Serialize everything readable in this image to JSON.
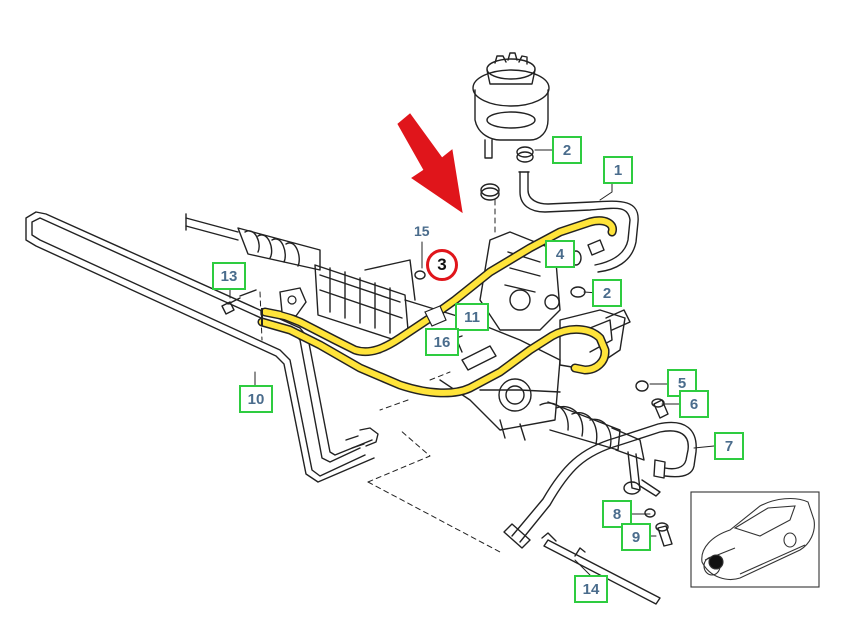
{
  "diagram": {
    "callouts": [
      {
        "id": "c1",
        "label": "1"
      },
      {
        "id": "c2a",
        "label": "2"
      },
      {
        "id": "c2b",
        "label": "2"
      },
      {
        "id": "c4",
        "label": "4"
      },
      {
        "id": "c5",
        "label": "5"
      },
      {
        "id": "c6",
        "label": "6"
      },
      {
        "id": "c7",
        "label": "7"
      },
      {
        "id": "c8",
        "label": "8"
      },
      {
        "id": "c9",
        "label": "9"
      },
      {
        "id": "c10",
        "label": "10"
      },
      {
        "id": "c11",
        "label": "11"
      },
      {
        "id": "c13",
        "label": "13"
      },
      {
        "id": "c14",
        "label": "14"
      },
      {
        "id": "c16",
        "label": "16"
      }
    ],
    "plain_label_15": "15",
    "highlighted_part": "3",
    "colors": {
      "highlight_hose": "#ffe43a",
      "callout_border": "#2ecc40",
      "callout_text": "#4a6c8c",
      "arrow": "#e0151b",
      "line": "#222222"
    }
  },
  "icons": [
    "red-arrow-icon",
    "car-location-icon"
  ]
}
